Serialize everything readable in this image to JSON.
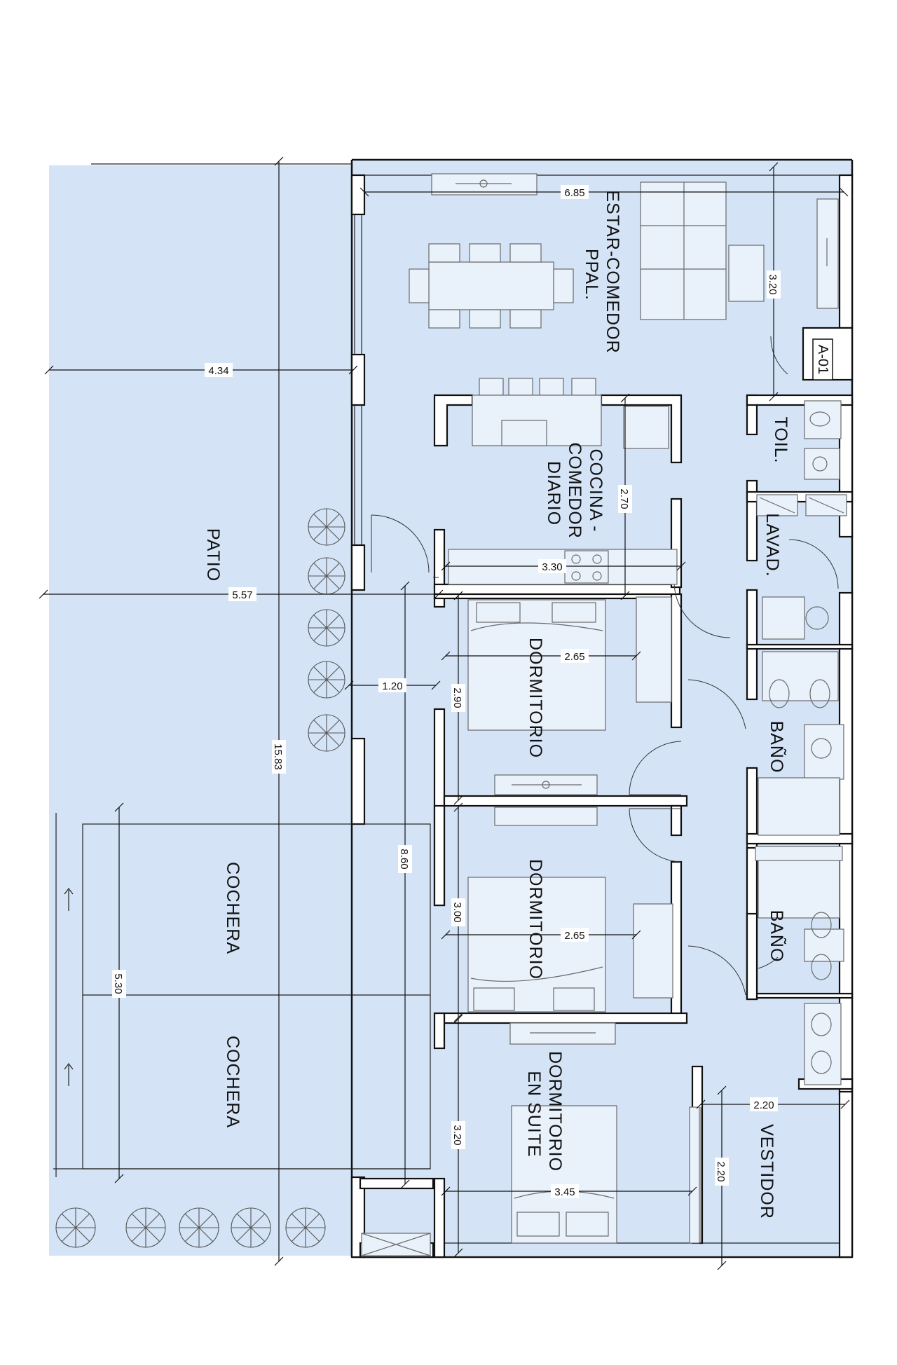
{
  "plan_tag": "A-01",
  "rooms": {
    "estar": [
      "ESTAR-COMEDOR",
      "PPAL."
    ],
    "cocina": [
      "COCINA -",
      "COMEDOR",
      "DIARIO"
    ],
    "toil": "TOIL.",
    "lavad": "LAVAD.",
    "patio": "PATIO",
    "dorm1": "DORMITORIO",
    "dorm2": "DORMITORIO",
    "bano1": "BAÑO",
    "bano2": "BAÑO",
    "cochera1": "COCHERA",
    "cochera2": "COCHERA",
    "suite": [
      "DORMITORIO",
      "EN SUITE"
    ],
    "vestidor": "VESTIDOR"
  },
  "dimensions": {
    "d685": "6.85",
    "d320_top": "3.20",
    "d434": "4.34",
    "d270": "2.70",
    "d330": "3.30",
    "d557": "5.57",
    "d265_a": "2.65",
    "d120": "1.20",
    "d290": "2.90",
    "d1583": "15.83",
    "d860": "8.60",
    "d530": "5.30",
    "d300": "3.00",
    "d265_b": "2.65",
    "d320_mid": "3.20",
    "d220_a": "2.20",
    "d220_b": "2.20",
    "d345": "3.45"
  },
  "colors": {
    "paper": "#ffffff",
    "fill_blue": "#d4e4f6",
    "line": "#111111"
  }
}
